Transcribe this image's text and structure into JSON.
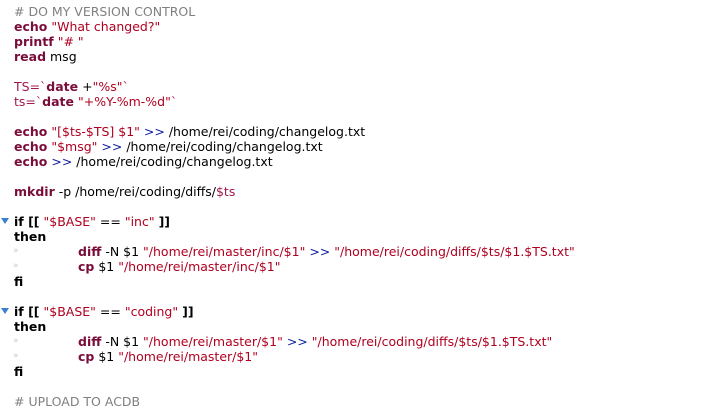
{
  "editor": {
    "tab_marker": "»",
    "lines": [
      {
        "tokens": [
          {
            "t": "# DO MY VERSION CONTROL",
            "c": "comment"
          }
        ]
      },
      {
        "tokens": [
          {
            "t": "echo",
            "c": "keyword"
          },
          {
            "t": " ",
            "c": "plain"
          },
          {
            "t": "\"What changed?\"",
            "c": "string"
          }
        ]
      },
      {
        "tokens": [
          {
            "t": "printf",
            "c": "keyword"
          },
          {
            "t": " ",
            "c": "plain"
          },
          {
            "t": "\"# \"",
            "c": "string"
          }
        ]
      },
      {
        "tokens": [
          {
            "t": "read",
            "c": "keyword"
          },
          {
            "t": " msg",
            "c": "plain"
          }
        ]
      },
      {
        "tokens": []
      },
      {
        "tokens": [
          {
            "t": "TS=`",
            "c": "var"
          },
          {
            "t": "date",
            "c": "keyword"
          },
          {
            "t": " +",
            "c": "plain"
          },
          {
            "t": "\"%s\"",
            "c": "string"
          },
          {
            "t": "`",
            "c": "var"
          }
        ]
      },
      {
        "tokens": [
          {
            "t": "ts=`",
            "c": "var"
          },
          {
            "t": "date",
            "c": "keyword"
          },
          {
            "t": " ",
            "c": "plain"
          },
          {
            "t": "\"+%Y-%m-%d\"",
            "c": "string"
          },
          {
            "t": "`",
            "c": "var"
          }
        ]
      },
      {
        "tokens": []
      },
      {
        "tokens": [
          {
            "t": "echo",
            "c": "keyword"
          },
          {
            "t": " ",
            "c": "plain"
          },
          {
            "t": "\"[$ts-$TS] $1\"",
            "c": "string"
          },
          {
            "t": " ",
            "c": "plain"
          },
          {
            "t": ">>",
            "c": "op"
          },
          {
            "t": " /home/rei/coding/changelog.txt",
            "c": "plain"
          }
        ]
      },
      {
        "tokens": [
          {
            "t": "echo",
            "c": "keyword"
          },
          {
            "t": " ",
            "c": "plain"
          },
          {
            "t": "\"$msg\"",
            "c": "string"
          },
          {
            "t": " ",
            "c": "plain"
          },
          {
            "t": ">>",
            "c": "op"
          },
          {
            "t": " /home/rei/coding/changelog.txt",
            "c": "plain"
          }
        ]
      },
      {
        "tokens": [
          {
            "t": "echo",
            "c": "keyword"
          },
          {
            "t": " ",
            "c": "plain"
          },
          {
            "t": ">>",
            "c": "op"
          },
          {
            "t": " /home/rei/coding/changelog.txt",
            "c": "plain"
          }
        ]
      },
      {
        "tokens": []
      },
      {
        "tokens": [
          {
            "t": "mkdir",
            "c": "keyword"
          },
          {
            "t": " -p /home/rei/coding/diffs/",
            "c": "plain"
          },
          {
            "t": "$ts",
            "c": "var"
          }
        ]
      },
      {
        "tokens": []
      },
      {
        "fold": true,
        "tokens": [
          {
            "t": "if [[",
            "c": "bracket"
          },
          {
            "t": " ",
            "c": "plain"
          },
          {
            "t": "\"$BASE\"",
            "c": "string"
          },
          {
            "t": " == ",
            "c": "plain"
          },
          {
            "t": "\"inc\"",
            "c": "string"
          },
          {
            "t": " ",
            "c": "plain"
          },
          {
            "t": "]]",
            "c": "bracket"
          }
        ]
      },
      {
        "tokens": [
          {
            "t": "then",
            "c": "bracket"
          }
        ]
      },
      {
        "tab": true,
        "tokens": [
          {
            "t": "diff",
            "c": "keyword"
          },
          {
            "t": " -N $1 ",
            "c": "plain"
          },
          {
            "t": "\"/home/rei/master/inc/$1\"",
            "c": "string"
          },
          {
            "t": " ",
            "c": "plain"
          },
          {
            "t": ">>",
            "c": "op"
          },
          {
            "t": " ",
            "c": "plain"
          },
          {
            "t": "\"/home/rei/coding/diffs/$ts/$1.$TS.txt\"",
            "c": "string"
          }
        ]
      },
      {
        "tab": true,
        "tokens": [
          {
            "t": "cp",
            "c": "keyword"
          },
          {
            "t": " $1 ",
            "c": "plain"
          },
          {
            "t": "\"/home/rei/master/inc/$1\"",
            "c": "string"
          }
        ]
      },
      {
        "tokens": [
          {
            "t": "fi",
            "c": "bracket"
          }
        ]
      },
      {
        "tokens": []
      },
      {
        "fold": true,
        "tokens": [
          {
            "t": "if [[",
            "c": "bracket"
          },
          {
            "t": " ",
            "c": "plain"
          },
          {
            "t": "\"$BASE\"",
            "c": "string"
          },
          {
            "t": " == ",
            "c": "plain"
          },
          {
            "t": "\"coding\"",
            "c": "string"
          },
          {
            "t": " ",
            "c": "plain"
          },
          {
            "t": "]]",
            "c": "bracket"
          }
        ]
      },
      {
        "tokens": [
          {
            "t": "then",
            "c": "bracket"
          }
        ]
      },
      {
        "tab": true,
        "tokens": [
          {
            "t": "diff",
            "c": "keyword"
          },
          {
            "t": " -N $1 ",
            "c": "plain"
          },
          {
            "t": "\"/home/rei/master/$1\"",
            "c": "string"
          },
          {
            "t": " ",
            "c": "plain"
          },
          {
            "t": ">>",
            "c": "op"
          },
          {
            "t": " ",
            "c": "plain"
          },
          {
            "t": "\"/home/rei/coding/diffs/$ts/$1.$TS.txt\"",
            "c": "string"
          }
        ]
      },
      {
        "tab": true,
        "tokens": [
          {
            "t": "cp",
            "c": "keyword"
          },
          {
            "t": " $1 ",
            "c": "plain"
          },
          {
            "t": "\"/home/rei/master/$1\"",
            "c": "string"
          }
        ]
      },
      {
        "tokens": [
          {
            "t": "fi",
            "c": "bracket"
          }
        ]
      },
      {
        "tokens": []
      },
      {
        "tokens": [
          {
            "t": "# UPLOAD TO ACDB",
            "c": "comment"
          }
        ]
      }
    ]
  },
  "colors": {
    "background": "#ffffff",
    "keyword": "#7a0c3a",
    "string": "#b00020",
    "comment": "#808080",
    "operator": "#0a1c9b",
    "fold_marker": "#3c7fd0"
  }
}
